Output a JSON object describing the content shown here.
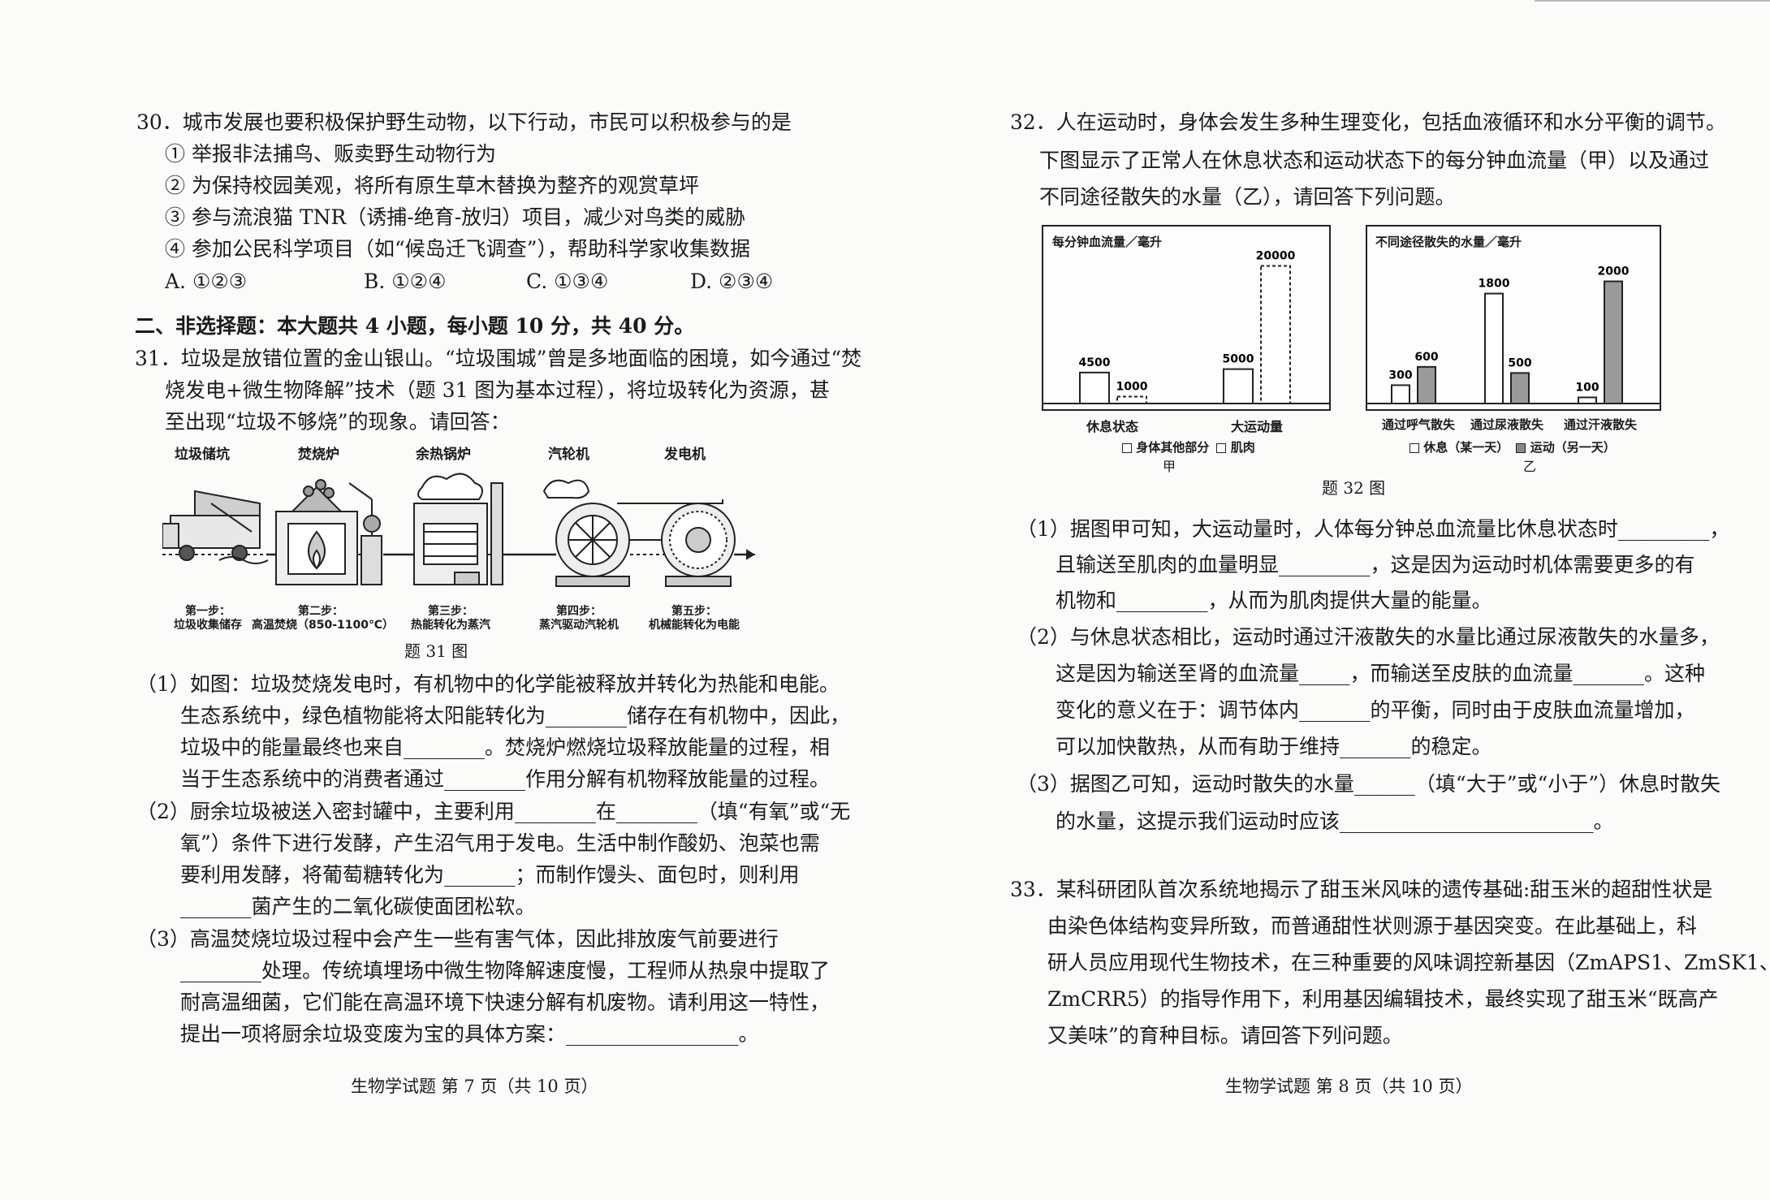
{
  "left": {
    "q30": {
      "stem": "30．城市发展也要积极保护野生动物，以下行动，市民可以积极参与的是",
      "items": [
        "① 举报非法捕鸟、贩卖野生动物行为",
        "② 为保持校园美观，将所有原生草木替换为整齐的观赏草坪",
        "③ 参与流浪猫 TNR（诱捕-绝育-放归）项目，减少对鸟类的威胁",
        "④ 参加公民科学项目（如“候岛迁飞调查”），帮助科学家收集数据"
      ],
      "options": [
        "A. ①②③",
        "B. ①②④",
        "C. ①③④",
        "D. ②③④"
      ]
    },
    "section2": "二、非选择题：本大题共 4 小题，每小题 10 分，共 40 分。",
    "q31": {
      "lines": [
        "31．垃圾是放错位置的金山银山。“垃圾围城”曾是多地面临的困境，如今通过“焚",
        "烧发电+微生物降解”技术（题 31 图为基本过程），将垃圾转化为资源，甚",
        "至出现“垃圾不够烧”的现象。请回答："
      ],
      "figure": {
        "headers": [
          "垃圾储坑",
          "焚烧炉",
          "余热锅炉",
          "汽轮机",
          "发电机"
        ],
        "steps": [
          {
            "step": "第一步：",
            "desc": "垃圾收集储存"
          },
          {
            "step": "第二步：",
            "desc": "高温焚烧（850-1100℃）"
          },
          {
            "step": "第三步：",
            "desc": "热能转化为蒸汽"
          },
          {
            "step": "第四步：",
            "desc": "蒸汽驱动汽轮机"
          },
          {
            "step": "第五步：",
            "desc": "机械能转化为电能"
          }
        ],
        "caption": "题 31 图"
      },
      "parts": [
        "（1）如图：垃圾焚烧发电时，有机物中的化学能被释放并转化为热能和电能。",
        "生态系统中，绿色植物能将太阳能转化为________储存在有机物中，因此，",
        "垃圾中的能量最终也来自________。焚烧炉燃烧垃圾释放能量的过程，相",
        "当于生态系统中的消费者通过________作用分解有机物释放能量的过程。",
        "（2）厨余垃圾被送入密封罐中，主要利用________在________（填“有氧”或“无",
        "氧”）条件下进行发酵，产生沼气用于发电。生活中制作酸奶、泡菜也需",
        "要利用发酵，将葡萄糖转化为_______；而制作馒头、面包时，则利用",
        "_______菌产生的二氧化碳使面团松软。",
        "（3）高温焚烧垃圾过程中会产生一些有害气体，因此排放废气前要进行",
        "________处理。传统填埋场中微生物降解速度慢，工程师从热泉中提取了",
        "耐高温细菌，它们能在高温环境下快速分解有机废物。请利用这一特性，",
        "提出一项将厨余垃圾变废为宝的具体方案：_________________。"
      ]
    },
    "footer": "生物学试题 第 7 页（共 10 页）"
  },
  "right": {
    "q32": {
      "lines": [
        "32．人在运动时，身体会发生多种生理变化，包括血液循环和水分平衡的调节。",
        "下图显示了正常人在休息状态和运动状态下的每分钟血流量（甲）以及通过",
        "不同途径散失的水量（乙），请回答下列问题。"
      ],
      "parts": [
        "（1）据图甲可知，大运动量时，人体每分钟总血流量比休息状态时_________，",
        "且输送至肌肉的血量明显_________，这是因为运动时机体需要更多的有",
        "机物和_________，从而为肌肉提供大量的能量。",
        "（2）与休息状态相比，运动时通过汗液散失的水量比通过尿液散失的水量多，",
        "这是因为输送至肾的血流量_____，而输送至皮肤的血流量_______。这种",
        "变化的意义在于：调节体内_______的平衡，同时由于皮肤血流量增加，",
        "可以加快散热，从而有助于维持_______的稳定。",
        "（3）据图乙可知，运动时散失的水量______（填“大于”或“小于”）休息时散失",
        "的水量，这提示我们运动时应该_________________________。"
      ],
      "caption": "题 32 图"
    },
    "q33": {
      "lines": [
        "33．某科研团队首次系统地揭示了甜玉米风味的遗传基础:甜玉米的超甜性状是",
        "由染色体结构变异所致，而普通甜性状则源于基因突变。在此基础上，科",
        "研人员应用现代生物技术，在三种重要的风味调控新基因（ZmAPS1、ZmSK1、",
        "ZmCRR5）的指导作用下，利用基因编辑技术，最终实现了甜玉米“既高产",
        "又美味”的育种目标。请回答下列问题。"
      ]
    },
    "footer": "生物学试题 第 8 页（共 10 页）"
  },
  "chart_data": [
    {
      "type": "bar",
      "ylabel": "每分钟血流量／毫升",
      "categories": [
        "休息状态",
        "大运动量"
      ],
      "series": [
        {
          "name": "身体其他部分",
          "values": [
            4500,
            5000
          ]
        },
        {
          "name": "肌肉",
          "values": [
            1000,
            20000
          ]
        }
      ],
      "ylim": [
        0,
        21000
      ],
      "legend": "bottom",
      "sublabel": "甲"
    },
    {
      "type": "bar",
      "ylabel": "不同途径散失的水量／毫升",
      "categories": [
        "通过呼气散失",
        "通过尿液散失",
        "通过汗液散失"
      ],
      "series": [
        {
          "name": "休息（某一天）",
          "values": [
            300,
            1800,
            100
          ]
        },
        {
          "name": "运动（另一天）",
          "values": [
            600,
            500,
            2000
          ]
        }
      ],
      "ylim": [
        0,
        2100
      ],
      "legend": "bottom",
      "sublabel": "乙"
    }
  ],
  "legend_text": {
    "jia": "身体其他部分",
    "jia2": "肌肉",
    "yi": "休息（某一天）",
    "yi2": "运动（另一天）"
  }
}
